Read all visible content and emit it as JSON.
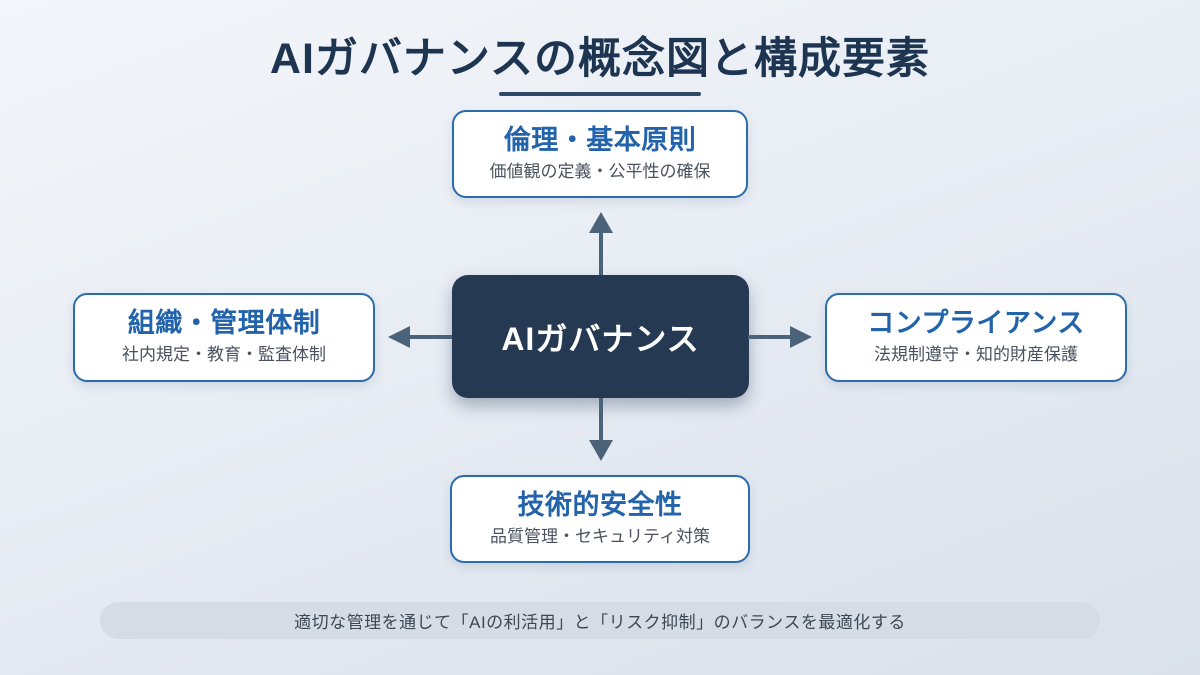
{
  "title": "AIガバナンスの概念図と構成要素",
  "center_node": {
    "label": "AIガバナンス"
  },
  "nodes": {
    "ethics": {
      "position": "top",
      "title": "倫理・基本原則",
      "subtitle": "価値観の定義・公平性の確保"
    },
    "organization": {
      "position": "left",
      "title": "組織・管理体制",
      "subtitle": "社内規定・教育・監査体制"
    },
    "compliance": {
      "position": "right",
      "title": "コンプライアンス",
      "subtitle": "法規制遵守・知的財産保護"
    },
    "safety": {
      "position": "bottom",
      "title": "技術的安全性",
      "subtitle": "品質管理・セキュリティ対策"
    }
  },
  "footer": {
    "note": "適切な管理を通じて「AIの利活用」と「リスク抑制」のバランスを最適化する"
  },
  "colors": {
    "accent-blue": "#2a6cae",
    "title-navy": "#1d3550",
    "center-bg": "#253a52",
    "arrow": "#4a6379",
    "subtitle-gray": "#49525e",
    "pill-bg": "#d6dce5",
    "pill-text": "#3d4755"
  }
}
